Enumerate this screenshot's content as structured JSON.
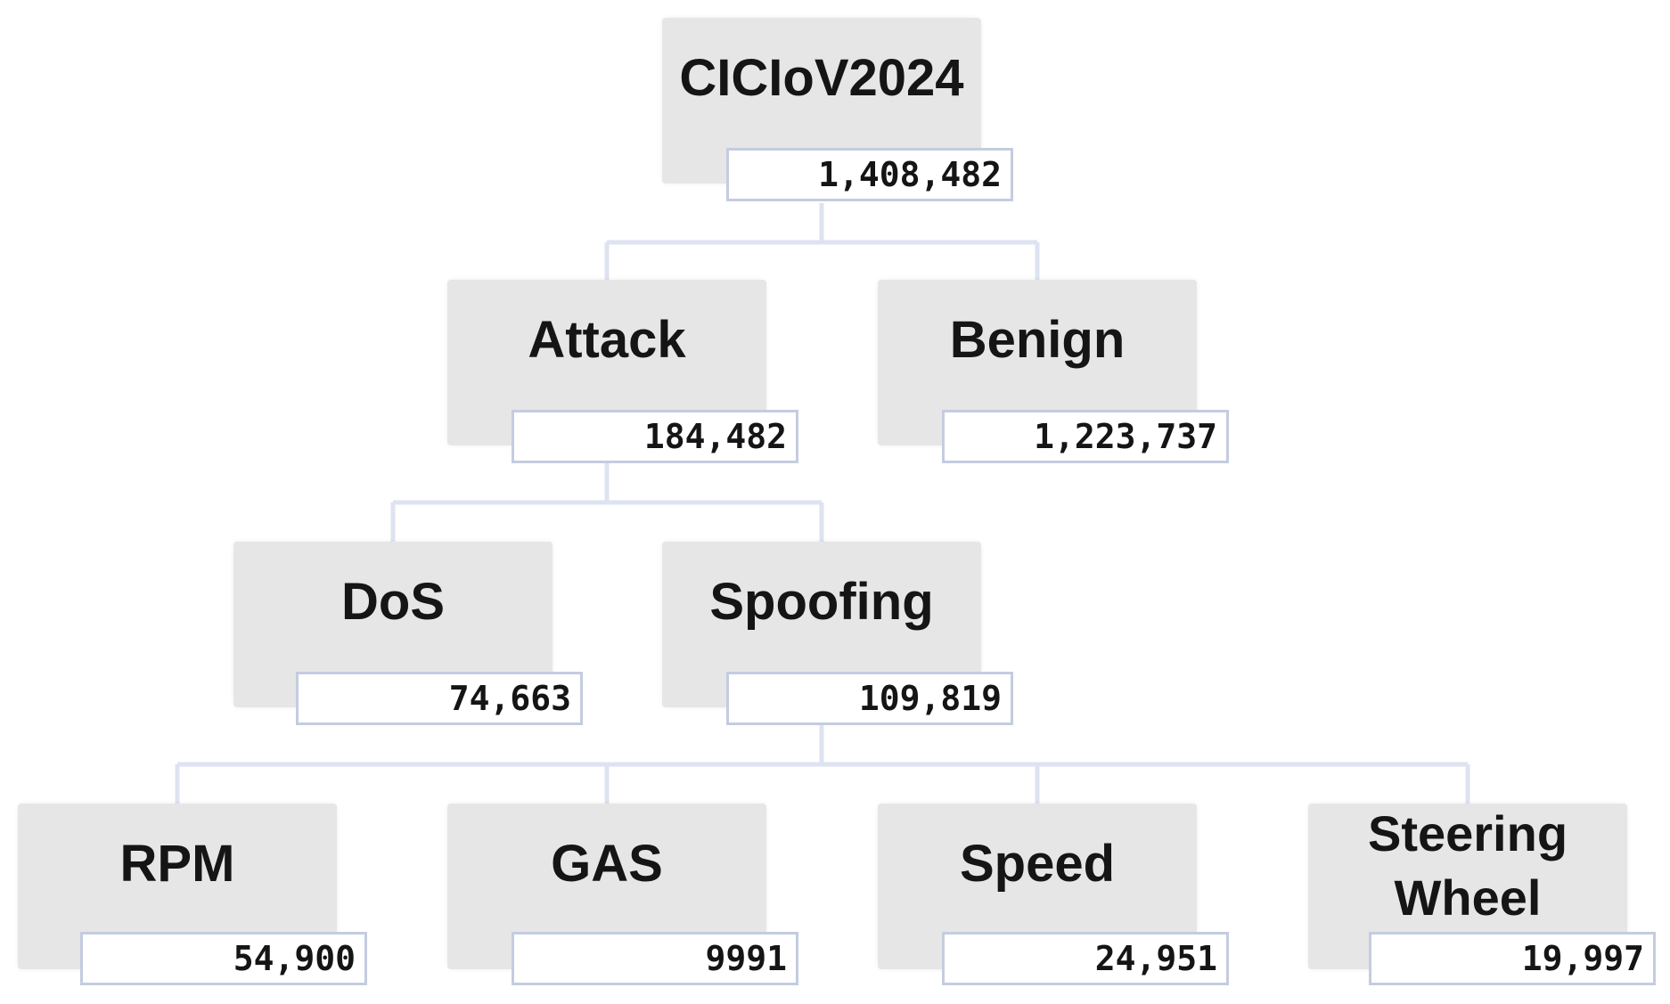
{
  "diagram": {
    "root": {
      "label": "CICIoV2024",
      "count": "1,408,482"
    },
    "level1": [
      {
        "label": "Attack",
        "count": "184,482"
      },
      {
        "label": "Benign",
        "count": "1,223,737"
      }
    ],
    "level2": [
      {
        "label": "DoS",
        "count": "74,663"
      },
      {
        "label": "Spoofing",
        "count": "109,819"
      }
    ],
    "level3": [
      {
        "label": "RPM",
        "count": "54,900"
      },
      {
        "label": "GAS",
        "count": "9991"
      },
      {
        "label": "Speed",
        "count": "24,951"
      },
      {
        "label": "Steering Wheel",
        "count": "19,997"
      }
    ]
  },
  "colors": {
    "node_fill": "#e6e6e6",
    "count_border": "#c4cce0",
    "connector": "#dde3f0",
    "text": "#151515"
  }
}
